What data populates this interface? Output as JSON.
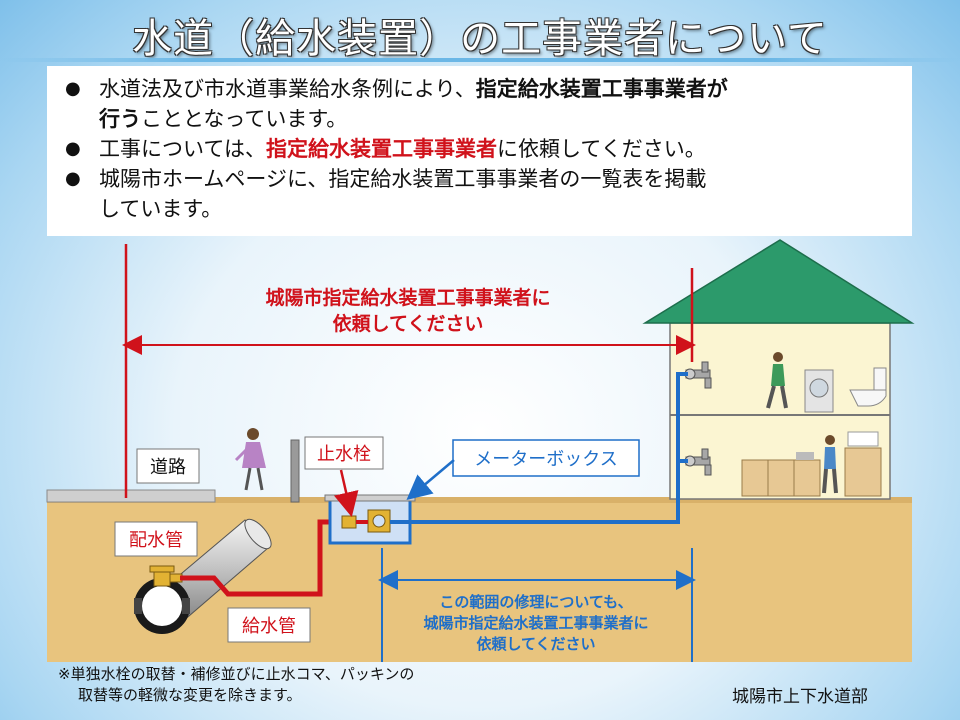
{
  "title": "水道（給水装置）の工事業者について",
  "notice": {
    "item1": {
      "plain1": "水道法及び市水道事業給水条例により、",
      "bold1": "指定給水装置工事事業者が",
      "bold2": "行う",
      "plain2": "こととなっています。"
    },
    "item2": {
      "plain1": "工事については、",
      "red1": "指定給水装置工事事業者",
      "plain2": "に依頼してください。"
    },
    "item3": {
      "line1": "城陽市ホームページに、指定給水装置工事事業者の一覧表を掲載",
      "line2": "しています。"
    }
  },
  "diagram": {
    "top_label_line1": "城陽市指定給水装置工事事業者に",
    "top_label_line2": "依頼してください",
    "road_label": "道路",
    "stop_valve_label": "止水栓",
    "meter_box_label": "メーターボックス",
    "main_pipe_label": "配水管",
    "service_pipe_label": "給水管",
    "bottom_label_line1": "この範囲の修理についても、",
    "bottom_label_line2": "城陽市指定給水装置工事事業者に",
    "bottom_label_line3": "依頼してください"
  },
  "footnote": {
    "line1": "※単独水栓の取替・補修並びに止水コマ、パッキンの",
    "line2": "取替等の軽微な変更を除きます。"
  },
  "department": "城陽市上下水道部",
  "colors": {
    "red": "#d0121b",
    "blue": "#1f6fc9",
    "ground": "#e8c47e",
    "roof": "#2c9a6b",
    "house": "#fbf5d2",
    "label_border": "#1f6fc9"
  }
}
